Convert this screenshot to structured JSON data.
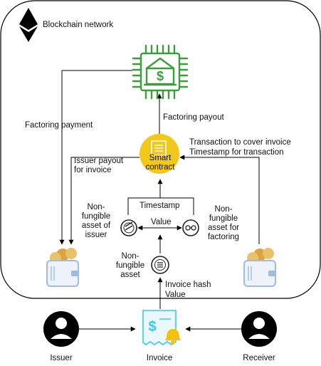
{
  "network": {
    "title": "Blockchain network"
  },
  "labels": {
    "factoring_payment": "Factoring payment",
    "factoring_payout": "Factoring payout",
    "transaction_cover": "Transaction to cover invoice",
    "timestamp_transaction": "Timestamp for transaction",
    "issuer_payout_line1": "Issuer payout",
    "issuer_payout_line2": "for invoice",
    "smart_contract_line1": "Smart",
    "smart_contract_line2": "contract",
    "timestamp": "Timestamp",
    "value_mid": "Value",
    "nf_issuer_line1": "Non-",
    "nf_issuer_line2": "fungible",
    "nf_issuer_line3": "asset of",
    "nf_issuer_line4": "issuer",
    "nf_factoring_line1": "Non-",
    "nf_factoring_line2": "fungible",
    "nf_factoring_line3": "asset for",
    "nf_factoring_line4": "factoring",
    "nf_asset_line1": "Non-",
    "nf_asset_line2": "fungible",
    "nf_asset_line3": "asset",
    "invoice_hash": "Invoice hash",
    "value_bottom": "Value"
  },
  "actors": {
    "issuer": "Issuer",
    "invoice": "Invoice",
    "receiver": "Receiver"
  },
  "colors": {
    "bank_green": "#3b9e3b",
    "contract_yellow": "#f2c81a",
    "invoice_cyan": "#35c8e8",
    "bell_yellow": "#f4c20d",
    "wallet_blue": "#9fbbe0",
    "coin_gold": "#d9a441"
  },
  "icons": [
    "ethereum-icon",
    "bank-chip-icon",
    "smart-contract-icon",
    "wallet-icon",
    "token-icon",
    "invoice-icon",
    "user-icon"
  ]
}
